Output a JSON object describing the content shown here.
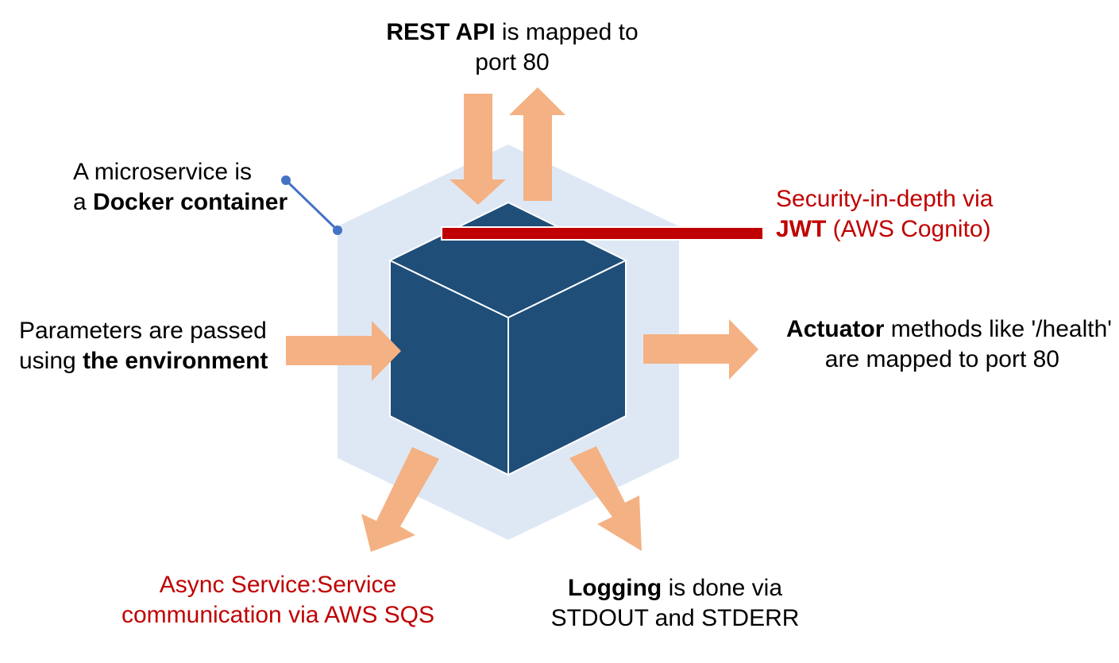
{
  "colors": {
    "hexagon": "#DEE8F5",
    "cube": "#1F4E79",
    "arrow": "#F4B183",
    "jwt_bar": "#C00000",
    "callout_line": "#4472C4",
    "red_text": "#C00000"
  },
  "labels": {
    "rest_api": {
      "bold": "REST API",
      "rest": " is mapped to",
      "line2": "port 80"
    },
    "docker": {
      "line1": "A microservice is",
      "line2_prefix": "a ",
      "line2_bold": "Docker container"
    },
    "security": {
      "line1": "Security-in-depth via",
      "line2_bold": "JWT",
      "line2_rest": " (AWS Cognito)"
    },
    "parameters": {
      "line1": "Parameters are passed",
      "line2_prefix": "using ",
      "line2_bold": "the environment"
    },
    "actuator": {
      "bold": "Actuator",
      "rest": " methods like '/health'",
      "line2": "are mapped to port 80"
    },
    "async": {
      "line1": "Async Service:Service",
      "line2": "communication via AWS SQS"
    },
    "logging": {
      "bold": "Logging",
      "rest": " is done via",
      "line2": "STDOUT and STDERR"
    }
  }
}
